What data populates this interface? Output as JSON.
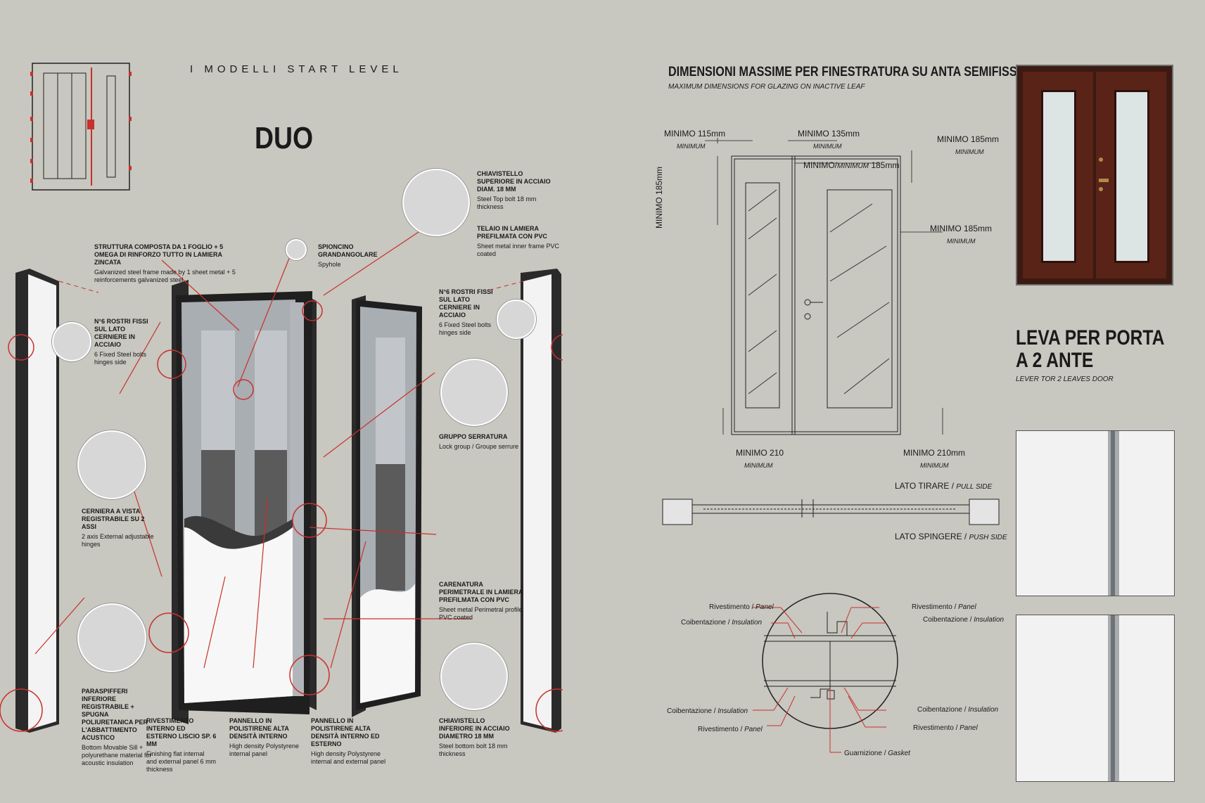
{
  "header": {
    "series_title": "I MODELLI START LEVEL",
    "model_name": "DUO"
  },
  "left_labels": {
    "struttura": {
      "it": "STRUTTURA COMPOSTA DA 1 FOGLIO + 5 OMEGA DI RINFORZO TUTTO IN LAMIERA ZINCATA",
      "en": "Galvanized steel frame made by 1 sheet metal + 5 reinforcements galvanized steel"
    },
    "spioncino": {
      "it": "SPIONCINO GRANDANGOLARE",
      "en": "Spyhole"
    },
    "chiavistello_sup": {
      "it": "CHIAVISTELLO SUPERIORE IN ACCIAIO DIAM. 18 mm",
      "en": "Steel Top bolt 18 mm thickness"
    },
    "telaio": {
      "it": "TELAIO IN LAMIERA PREFILMATA CON PVC",
      "en": "Sheet metal inner frame PVC coated"
    },
    "rostri_left": {
      "it": "N°6 ROSTRI FISSI SUL LATO CERNIERE IN ACCIAIO",
      "en": "6 Fixed Steel bolts hinges side"
    },
    "rostri_right": {
      "it": "N°6 ROSTRI FISSI SUL LATO CERNIERE IN ACCIAIO",
      "en": "6 Fixed Steel bolts hinges side"
    },
    "serratura": {
      "it": "GRUPPO SERRATURA",
      "en": "Lock group / Groupe serrure"
    },
    "cerniera": {
      "it": "CERNIERA A VISTA REGISTRABILE SU 2 ASSI",
      "en": "2 axis External adjustable hinges"
    },
    "carenatura": {
      "it": "CARENATURA PERIMETRALE IN LAMIERA PREFILMATA CON PVC",
      "en": "Sheet metal Perimetral profile PVC coated"
    },
    "paraspifferi": {
      "it": "PARASPIFFERI INFERIORE REGISTRABILE + SPUGNA POLIURETANICA PER L'ABBATTIMENTO ACUSTICO",
      "en": "Bottom Movable Sill + polyurethane material for acoustic insulation"
    },
    "rivestimento": {
      "it": "RIVESTIMENTO INTERNO ED ESTERNO LISCIO SP. 6 mm",
      "en": "Finishing flat internal and external panel 6 mm thickness"
    },
    "pannello_int": {
      "it": "PANNELLO IN POLISTIRENE ALTA DENSITÀ INTERNO",
      "en": "High density Polystyrene internal panel"
    },
    "pannello_ext": {
      "it": "PANNELLO IN POLISTIRENE ALTA DENSITÀ INTERNO ED ESTERNO",
      "en": "High density Polystyrene internal and external panel"
    },
    "chiavistello_inf": {
      "it": "CHIAVISTELLO INFERIORE IN ACCIAIO DIAMETRO 18 mm",
      "en": "Steel bottom bolt 18 mm thickness"
    }
  },
  "right": {
    "title": "DIMENSIONI MASSIME PER FINESTRATURA SU ANTA SEMIFISSA",
    "subtitle": "MAXIMUM DIMENSIONS FOR GLAZING ON INACTIVE LEAF",
    "dims": {
      "d1": "MINIMO 115mm",
      "d2": "MINIMO 135mm",
      "d3": "MINIMO 185mm",
      "d4a": "MINIMO/",
      "d4b": "MINIMUM",
      "d4c": " 185mm",
      "d5": "MINIMO 185mm",
      "d6": "MINIMO 185mm",
      "d7": "MINIMO 210",
      "d8": "MINIMO 210mm",
      "minimum": "MINIMUM"
    },
    "pull_side": {
      "it": "LATO TIRARE / ",
      "en": "PULL SIDE"
    },
    "push_side": {
      "it": "LATO SPINGERE / ",
      "en": "PUSH SIDE"
    },
    "section": {
      "riv_tl": {
        "it": "Rivestimento / ",
        "en": "Panel"
      },
      "coib_tl": {
        "it": "Coibentazione / ",
        "en": "Insulation"
      },
      "riv_tr": {
        "it": "Rivestimento / ",
        "en": "Panel"
      },
      "coib_tr": {
        "it": "Coibentazione / ",
        "en": "Insulation"
      },
      "coib_bl": {
        "it": "Coibentazione / ",
        "en": "Insulation"
      },
      "riv_bl": {
        "it": "Rivestimento / ",
        "en": "Panel"
      },
      "coib_br": {
        "it": "Coibentazione / ",
        "en": "Insulation"
      },
      "riv_br": {
        "it": "Rivestimento / ",
        "en": "Panel"
      },
      "guarnizione": {
        "it": "Guarnizione / ",
        "en": "Gasket"
      }
    },
    "lever_title_1": "LEVA PER PORTA",
    "lever_title_2": "A 2 ANTE",
    "lever_sub": "LEVER TOR 2 LEAVES DOOR"
  },
  "colors": {
    "background": "#c8c7c0",
    "accent_red": "#c9302c",
    "door_wood": "#5a2318"
  }
}
